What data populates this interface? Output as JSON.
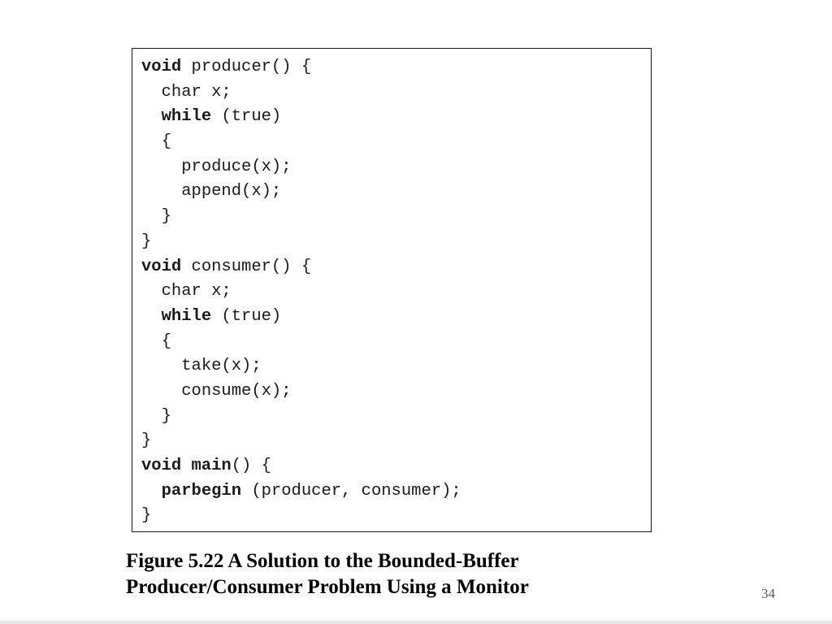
{
  "code_lines": [
    {
      "indent": "",
      "kw": "void",
      "text": " producer() {"
    },
    {
      "indent": "  ",
      "kw": "",
      "text": "char x;"
    },
    {
      "indent": "  ",
      "kw": "while",
      "text": " (true)"
    },
    {
      "indent": "  ",
      "kw": "",
      "text": "{"
    },
    {
      "indent": "    ",
      "kw": "",
      "text": "produce(x);"
    },
    {
      "indent": "    ",
      "kw": "",
      "text": "append(x);"
    },
    {
      "indent": "  ",
      "kw": "",
      "text": "}"
    },
    {
      "indent": "",
      "kw": "",
      "text": "}"
    },
    {
      "indent": "",
      "kw": "void",
      "text": " consumer() {"
    },
    {
      "indent": "  ",
      "kw": "",
      "text": "char x;"
    },
    {
      "indent": "  ",
      "kw": "while",
      "text": " (true)"
    },
    {
      "indent": "  ",
      "kw": "",
      "text": "{"
    },
    {
      "indent": "    ",
      "kw": "",
      "text": "take(x);"
    },
    {
      "indent": "    ",
      "kw": "",
      "text": "consume(x);"
    },
    {
      "indent": "  ",
      "kw": "",
      "text": "}"
    },
    {
      "indent": "",
      "kw": "",
      "text": "}"
    },
    {
      "indent": "",
      "kw": "void main",
      "text": "() {"
    },
    {
      "indent": "  ",
      "kw": "parbegin",
      "text": " (producer, consumer);"
    },
    {
      "indent": "",
      "kw": "",
      "text": "}"
    }
  ],
  "caption": {
    "line1": "Figure 5.22 A Solution to the Bounded-Buffer",
    "line2": "Producer/Consumer Problem Using a Monitor"
  },
  "page_number": "34"
}
